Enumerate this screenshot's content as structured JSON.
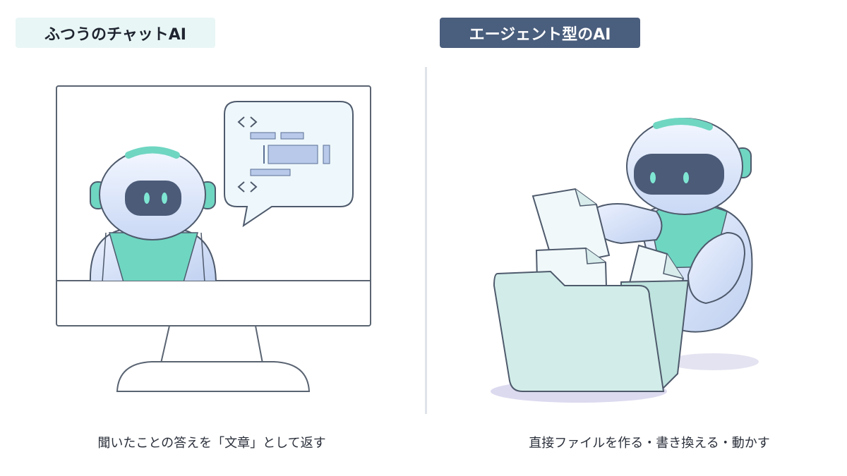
{
  "left_panel": {
    "label": "ふつうのチャットAI",
    "caption": "聞いたことの答えを「文章」として返す"
  },
  "right_panel": {
    "label": "エージェント型のAI",
    "caption": "直接ファイルを作る・書き換える・動かす"
  },
  "colors": {
    "teal_accent": "#6fd6c2",
    "robot_body": "#dfe9fb",
    "visor": "#4b5b78",
    "outline": "#4e5a6c",
    "folder_fill": "#d2ede9",
    "label_dark": "#4a5e7d",
    "label_light": "#e8f6f5"
  },
  "icons": {
    "code_bracket_top": "code-bracket-icon",
    "code_bracket_bottom": "code-bracket-icon"
  }
}
